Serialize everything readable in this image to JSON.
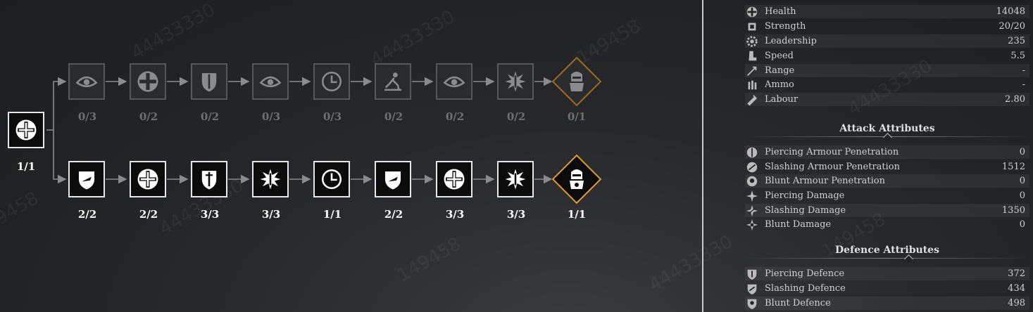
{
  "skill_tree": {
    "root": {
      "label": "1/1",
      "icon": "medic-cross-icon"
    },
    "top_row": [
      {
        "label": "0/3",
        "icon": "eye-swirl-icon"
      },
      {
        "label": "0/2",
        "icon": "medic-cross-icon"
      },
      {
        "label": "0/2",
        "icon": "shield-sword-icon"
      },
      {
        "label": "0/3",
        "icon": "eye-swirl-icon"
      },
      {
        "label": "0/3",
        "icon": "timer-icon"
      },
      {
        "label": "0/2",
        "icon": "charging-soldier-icon"
      },
      {
        "label": "0/2",
        "icon": "eye-swirl-icon"
      },
      {
        "label": "0/2",
        "icon": "burst-sword-icon"
      },
      {
        "label": "0/1",
        "icon": "knight-capstone-icon"
      }
    ],
    "bottom_row": [
      {
        "label": "2/2",
        "icon": "shield-slash-icon"
      },
      {
        "label": "2/2",
        "icon": "medic-cross-icon"
      },
      {
        "label": "3/3",
        "icon": "shield-sword-icon"
      },
      {
        "label": "3/3",
        "icon": "burst-sword-icon"
      },
      {
        "label": "1/1",
        "icon": "timer-icon"
      },
      {
        "label": "2/2",
        "icon": "shield-slash-icon"
      },
      {
        "label": "3/3",
        "icon": "medic-cross-icon"
      },
      {
        "label": "3/3",
        "icon": "burst-sword-icon"
      },
      {
        "label": "1/1",
        "icon": "knight-capstone-icon"
      }
    ]
  },
  "watermarks": [
    "44433330",
    "149458",
    "44433330",
    "149458",
    "44433330",
    "149458",
    "44433330",
    "149458"
  ],
  "stats": {
    "base": [
      {
        "name": "Health",
        "value": "14048",
        "icon": "health-cross-icon"
      },
      {
        "name": "Strength",
        "value": "20/20",
        "icon": "strength-icon"
      },
      {
        "name": "Leadership",
        "value": "235",
        "icon": "leadership-gear-icon"
      },
      {
        "name": "Speed",
        "value": "5.5",
        "icon": "speed-boot-icon"
      },
      {
        "name": "Range",
        "value": "-",
        "icon": "range-arrow-icon"
      },
      {
        "name": "Ammo",
        "value": "-",
        "icon": "ammo-icon"
      },
      {
        "name": "Labour",
        "value": "2.80",
        "icon": "labour-icon"
      }
    ],
    "attack_title": "Attack Attributes",
    "attack": [
      {
        "name": "Piercing Armour Penetration",
        "value": "0",
        "icon": "piercing-icon"
      },
      {
        "name": "Slashing Armour Penetration",
        "value": "1512",
        "icon": "slashing-icon"
      },
      {
        "name": "Blunt Armour Penetration",
        "value": "0",
        "icon": "blunt-icon"
      },
      {
        "name": "Piercing Damage",
        "value": "0",
        "icon": "piercing-damage-icon"
      },
      {
        "name": "Slashing Damage",
        "value": "1350",
        "icon": "slashing-damage-icon"
      },
      {
        "name": "Blunt Damage",
        "value": "0",
        "icon": "blunt-damage-icon"
      }
    ],
    "defence_title": "Defence Attributes",
    "defence": [
      {
        "name": "Piercing Defence",
        "value": "372",
        "icon": "piercing-defence-icon"
      },
      {
        "name": "Slashing Defence",
        "value": "434",
        "icon": "slashing-defence-icon"
      },
      {
        "name": "Blunt Defence",
        "value": "498",
        "icon": "blunt-defence-icon"
      }
    ]
  },
  "colors": {
    "capstone_accent": "#e39d2a",
    "active_border": "#e8e8e8",
    "locked_border": "#575859"
  }
}
